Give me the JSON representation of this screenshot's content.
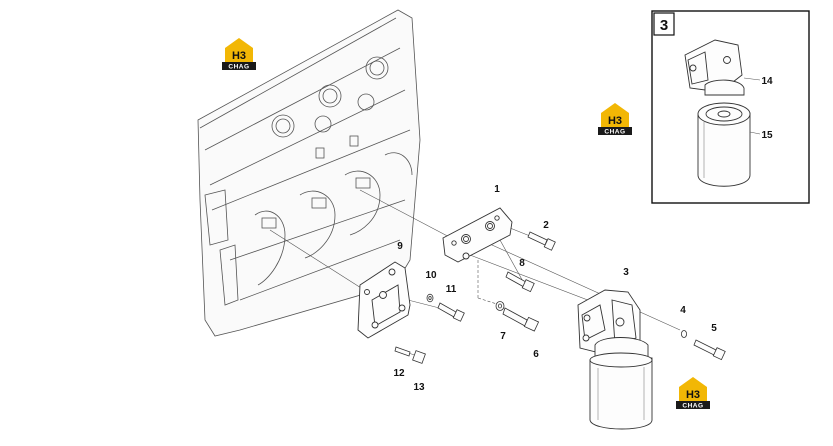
{
  "callouts": [
    {
      "id": "1",
      "text": "1"
    },
    {
      "id": "2",
      "text": "2"
    },
    {
      "id": "3",
      "text": "3"
    },
    {
      "id": "4",
      "text": "4"
    },
    {
      "id": "5",
      "text": "5"
    },
    {
      "id": "6",
      "text": "6"
    },
    {
      "id": "7",
      "text": "7"
    },
    {
      "id": "8",
      "text": "8"
    },
    {
      "id": "9",
      "text": "9"
    },
    {
      "id": "10",
      "text": "10"
    },
    {
      "id": "11",
      "text": "11"
    },
    {
      "id": "12",
      "text": "12"
    },
    {
      "id": "13",
      "text": "13"
    },
    {
      "id": "14",
      "text": "14"
    },
    {
      "id": "15",
      "text": "15"
    }
  ],
  "inset": {
    "number": "3"
  },
  "logo": {
    "mark": "H3",
    "caption": "CHAG",
    "accent_color": "#f2b705",
    "dark_color": "#1a1a1a"
  },
  "line_color": "#4a4a4a"
}
